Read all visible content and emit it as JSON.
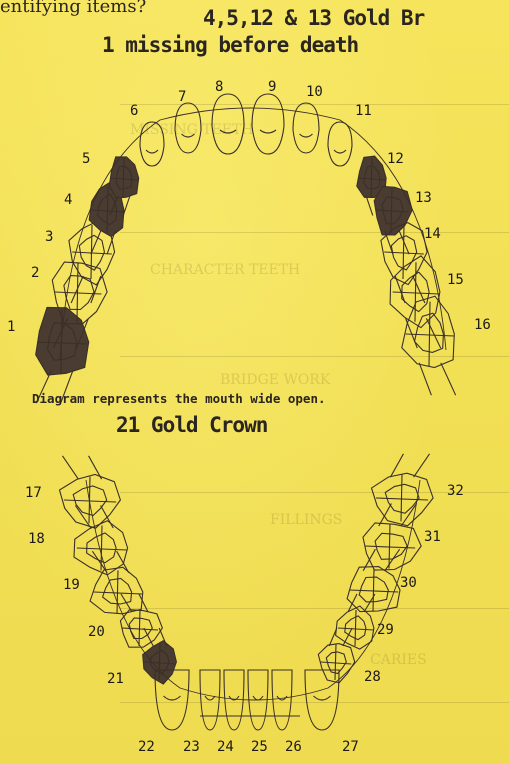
{
  "header": {
    "partial_text": "entifying items?",
    "annotation_upper_1": "4,5,12 & 13 Gold Br",
    "annotation_upper_2": "1 missing before death",
    "annotation_lower": "21 Gold Crown"
  },
  "diagram": {
    "caption": "Diagram represents the mouth wide open.",
    "upper_tooth_numbers": [
      "1",
      "2",
      "3",
      "4",
      "5",
      "6",
      "7",
      "8",
      "9",
      "10",
      "11",
      "12",
      "13",
      "14",
      "15",
      "16"
    ],
    "lower_tooth_numbers": [
      "17",
      "18",
      "19",
      "20",
      "21",
      "22",
      "23",
      "24",
      "25",
      "26",
      "27",
      "28",
      "29",
      "30",
      "31",
      "32"
    ],
    "marked_teeth": [
      "1",
      "4",
      "5",
      "12",
      "13",
      "21"
    ],
    "fill_color": "#4a3c30"
  },
  "background_form_text": [
    "MISSING TEETH",
    "CHARACTER TEETH",
    "BRIDGE WORK",
    "FILLINGS",
    "CARIES"
  ]
}
